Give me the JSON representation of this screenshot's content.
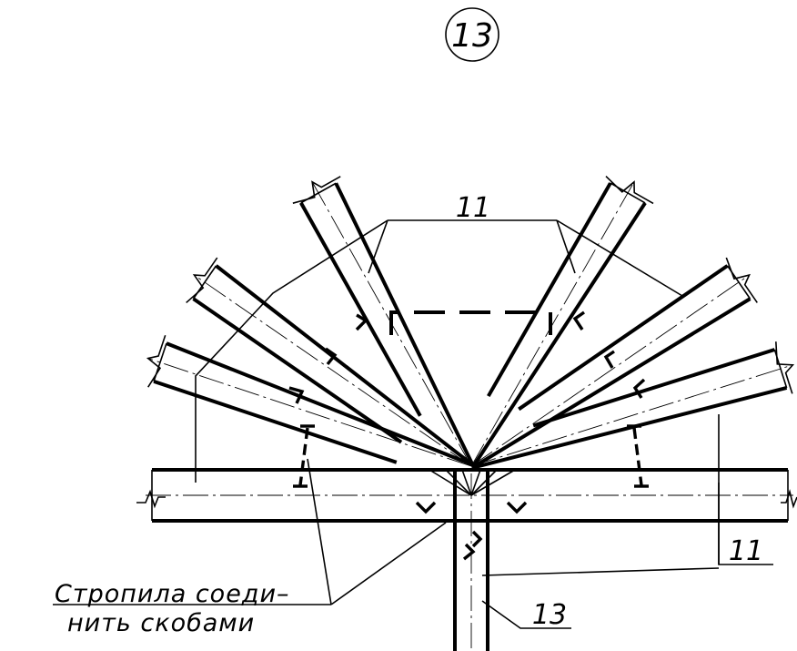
{
  "node_label": "13",
  "callouts": {
    "top_rafters": "11",
    "right_rafter": "11",
    "post": "13"
  },
  "note": {
    "line1": "Стропила соеди–",
    "line2": "нить скобами"
  }
}
